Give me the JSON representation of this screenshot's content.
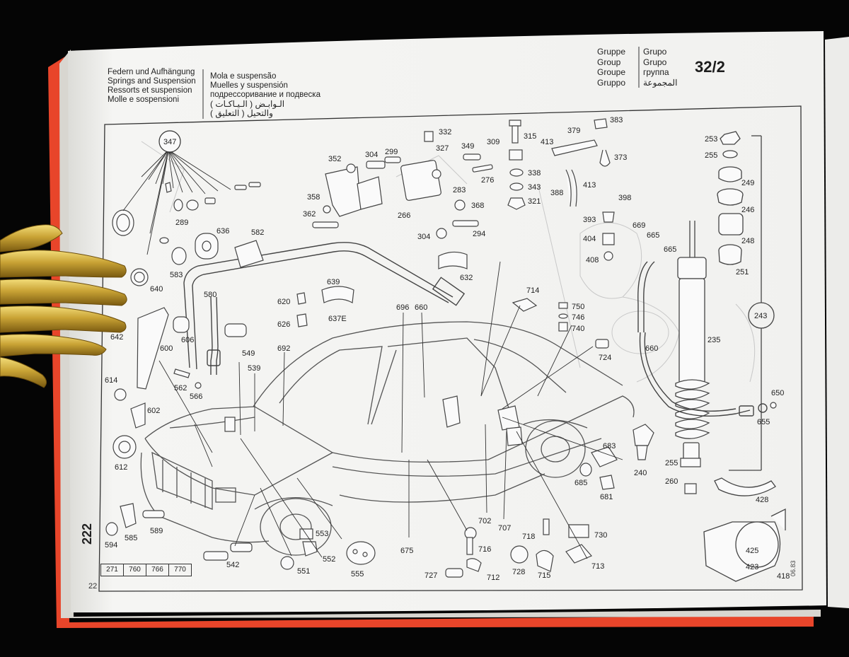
{
  "header": {
    "titles_left": [
      "Federn und Aufhängung",
      "Springs and Suspension",
      "Ressorts et suspension",
      "Molle e sospensioni"
    ],
    "titles_right": [
      "Mola e suspensão",
      "Muelles y suspensión",
      "подрессоривание и подвеска",
      "الـوابـض ( الـيـاكـات )",
      "والتحيل ( التعليق )"
    ],
    "group_left": [
      "Gruppe",
      "Group",
      "Groupe",
      "Gruppo"
    ],
    "group_right": [
      "Grupo",
      "Grupo",
      "группа",
      "المجموعة"
    ],
    "group_code": "32/2"
  },
  "callouts": {
    "c347": "347",
    "c332": "332",
    "c327": "327",
    "c349": "349",
    "c309": "309",
    "c315": "315",
    "c413a": "413",
    "c379": "379",
    "c383": "383",
    "c373": "373",
    "c352": "352",
    "c304a": "304",
    "c299": "299",
    "c338": "338",
    "c276": "276",
    "c343": "343",
    "c283": "283",
    "c321": "321",
    "c388": "388",
    "c413b": "413",
    "c398": "398",
    "c358": "358",
    "c368": "368",
    "c362": "362",
    "c266": "266",
    "c393": "393",
    "c669": "669",
    "c665a": "665",
    "c304b": "304",
    "c294": "294",
    "c404": "404",
    "c665b": "665",
    "c408": "408",
    "c289": "289",
    "c636": "636",
    "c582": "582",
    "c583": "583",
    "c640": "640",
    "c632": "632",
    "c580": "580",
    "c639": "639",
    "c714": "714",
    "c620": "620",
    "c750": "750",
    "c746": "746",
    "c740": "740",
    "c626": "626",
    "c637e": "637E",
    "c696": "696",
    "c660a": "660",
    "c642": "642",
    "c600": "600",
    "c606": "606",
    "c549": "549",
    "c692": "692",
    "c724": "724",
    "c660b": "660",
    "c539": "539",
    "c235": "235",
    "c614": "614",
    "c562": "562",
    "c566": "566",
    "c602": "602",
    "c253": "253",
    "c255a": "255",
    "c249": "249",
    "c246": "246",
    "c248": "248",
    "c251": "251",
    "c243": "243",
    "c650": "650",
    "c655": "655",
    "c683": "683",
    "c612": "612",
    "c240": "240",
    "c685": "685",
    "c255b": "255",
    "c260": "260",
    "c681": "681",
    "c428": "428",
    "c594": "594",
    "c585": "585",
    "c589": "589",
    "c553": "553",
    "c552": "552",
    "c542": "542",
    "c551": "551",
    "c555": "555",
    "c675": "675",
    "c702": "702",
    "c707": "707",
    "c716": "716",
    "c718": "718",
    "c730": "730",
    "c713": "713",
    "c727": "727",
    "c712": "712",
    "c728": "728",
    "c715": "715",
    "c425": "425",
    "c423": "423",
    "c418": "418"
  },
  "footer": {
    "page_number": "222",
    "small_page_number": "22",
    "ref_cells": [
      "271",
      "760",
      "766",
      "770"
    ],
    "date_code": "06.83"
  },
  "colors": {
    "paper": "#f4f4f2",
    "ink": "#222222",
    "faint_ink": "#b8b8b8",
    "red_cover": "#e8452a",
    "holder_gold": "#c9a335"
  }
}
